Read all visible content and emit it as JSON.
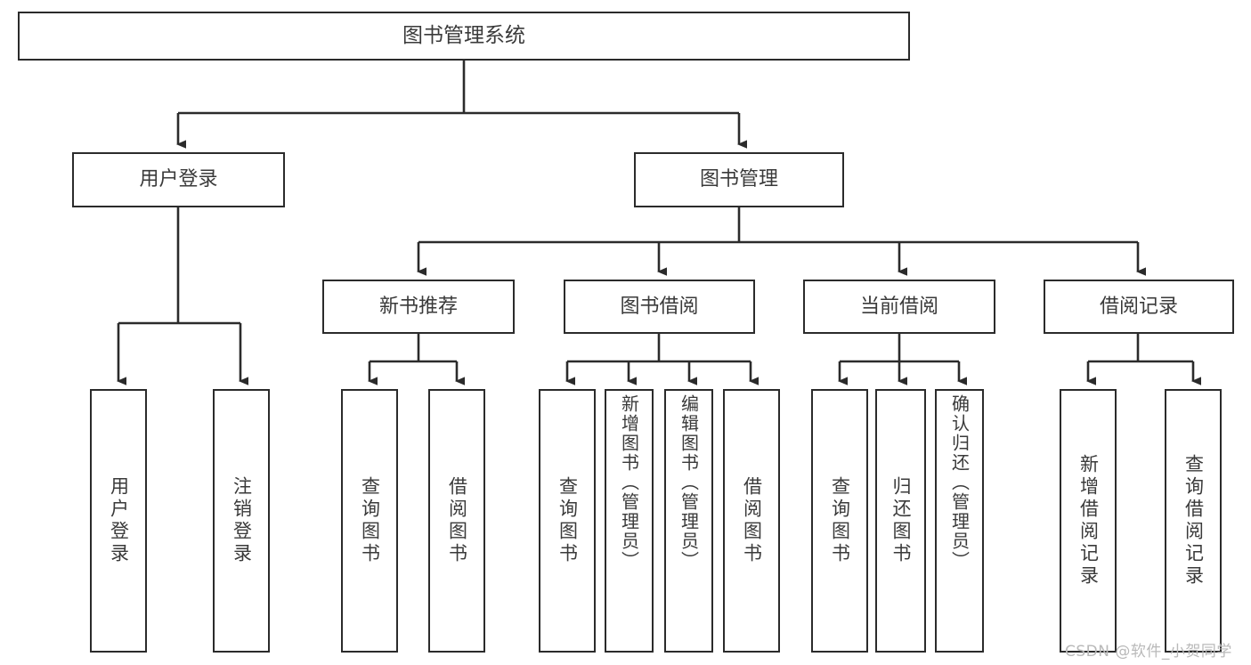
{
  "diagram": {
    "title": "图书管理系统",
    "watermark": "CSDN @软件_小贺同学",
    "colors": {
      "border": "#2b2b2b",
      "text": "#3a3a3a",
      "background": "#ffffff",
      "watermark": "#b9b9b9"
    },
    "root": {
      "label": "图书管理系统"
    },
    "level2": [
      {
        "label": "用户登录"
      },
      {
        "label": "图书管理"
      }
    ],
    "level3": [
      {
        "label": "新书推荐"
      },
      {
        "label": "图书借阅"
      },
      {
        "label": "当前借阅"
      },
      {
        "label": "借阅记录"
      }
    ],
    "leaves": [
      {
        "label": "用户登录",
        "parent": "用户登录"
      },
      {
        "label": "注销登录",
        "parent": "用户登录"
      },
      {
        "label": "查询图书",
        "parent": "新书推荐"
      },
      {
        "label": "借阅图书",
        "parent": "新书推荐"
      },
      {
        "label": "查询图书",
        "parent": "图书借阅"
      },
      {
        "label": "新增图书（管理员）",
        "parent": "图书借阅"
      },
      {
        "label": "编辑图书（管理员）",
        "parent": "图书借阅"
      },
      {
        "label": "借阅图书",
        "parent": "图书借阅"
      },
      {
        "label": "查询图书",
        "parent": "当前借阅"
      },
      {
        "label": "归还图书",
        "parent": "当前借阅"
      },
      {
        "label": "确认归还（管理员）",
        "parent": "当前借阅"
      },
      {
        "label": "新增借阅记录",
        "parent": "借阅记录"
      },
      {
        "label": "查询借阅记录",
        "parent": "借阅记录"
      }
    ]
  }
}
